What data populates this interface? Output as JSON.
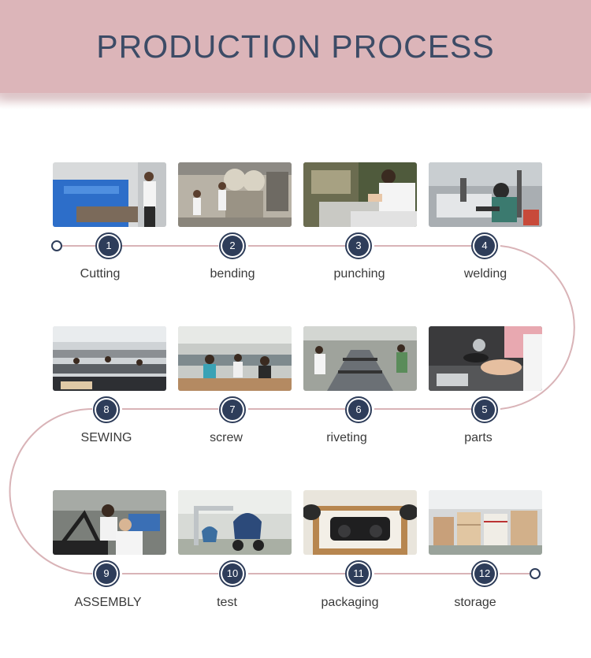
{
  "header": {
    "title": "PRODUCTION PROCESS"
  },
  "colors": {
    "banner": "#dcb5b9",
    "badge": "#2e3d5a",
    "connector": "#d9b3b7",
    "title": "#3c4b66"
  },
  "steps": [
    {
      "number": "1",
      "label": "Cutting",
      "scene": "cutting"
    },
    {
      "number": "2",
      "label": "bending",
      "scene": "bending"
    },
    {
      "number": "3",
      "label": "punching",
      "scene": "punching"
    },
    {
      "number": "4",
      "label": "welding",
      "scene": "welding"
    },
    {
      "number": "5",
      "label": "parts",
      "scene": "parts"
    },
    {
      "number": "6",
      "label": "riveting",
      "scene": "riveting"
    },
    {
      "number": "7",
      "label": "screw",
      "scene": "screw"
    },
    {
      "number": "8",
      "label": "SEWING",
      "scene": "sewing"
    },
    {
      "number": "9",
      "label": "ASSEMBLY",
      "scene": "assembly"
    },
    {
      "number": "10",
      "label": "test",
      "scene": "test"
    },
    {
      "number": "11",
      "label": "packaging",
      "scene": "packaging"
    },
    {
      "number": "12",
      "label": "storage",
      "scene": "storage"
    }
  ]
}
